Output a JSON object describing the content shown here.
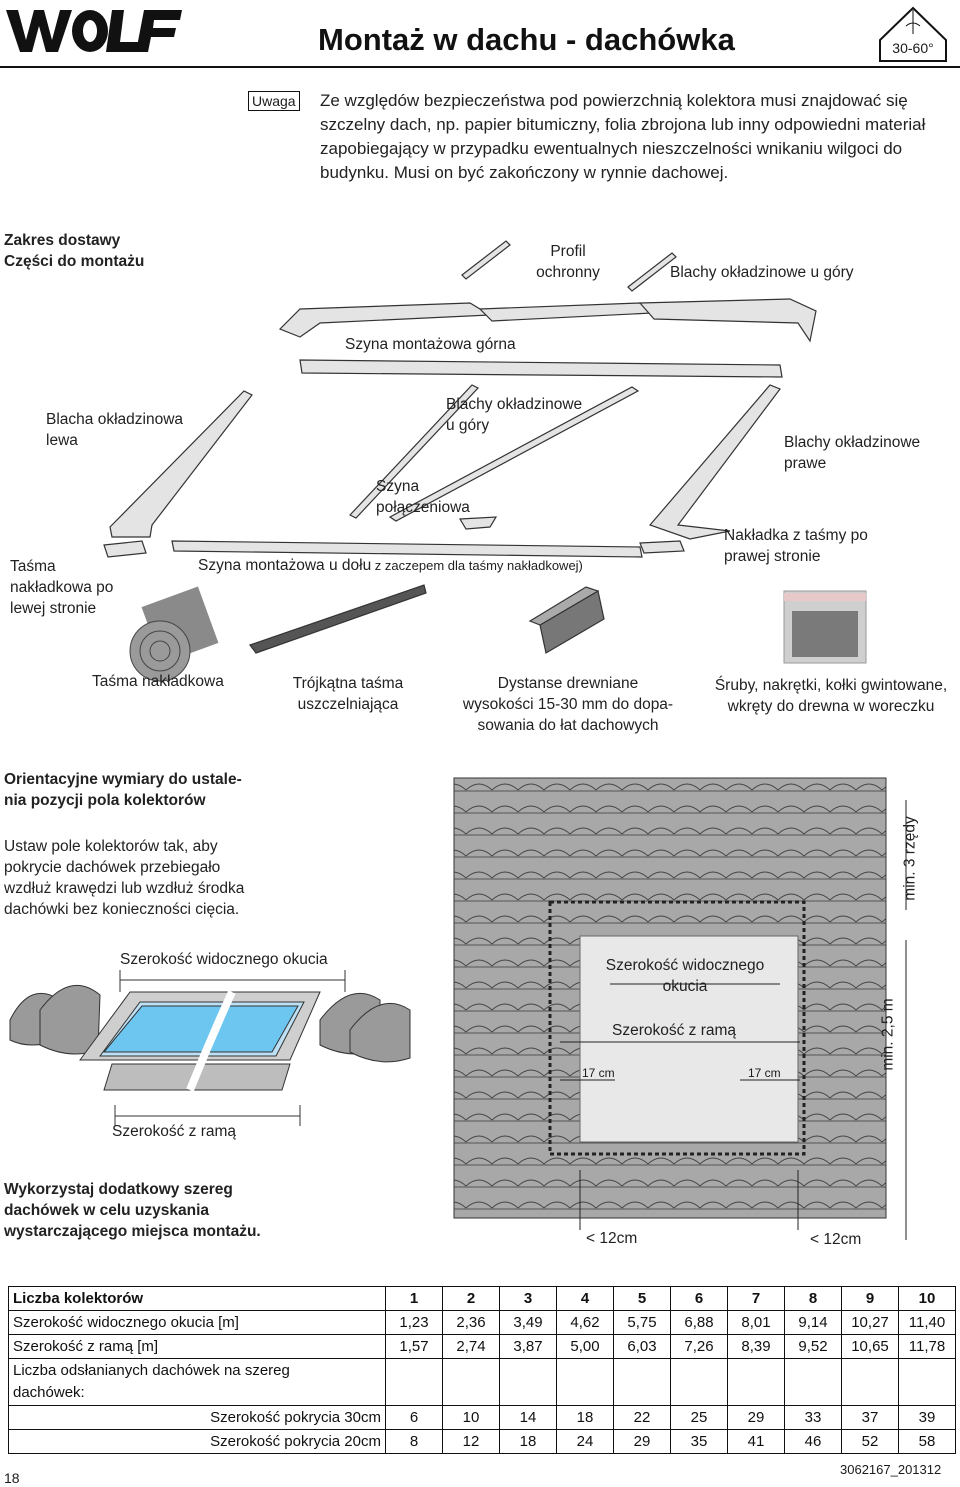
{
  "header": {
    "logo": "WOLF",
    "title": "Montaż w dachu - dachówka",
    "angle_badge": "30-60°"
  },
  "warning": {
    "tag": "Uwaga",
    "text": "Ze względów bezpieczeństwa pod powierzchnią kolektora musi znajdować się szczelny dach, np. papier bitumiczny, folia zbrojona lub inny odpowiedni materiał zapobiegający w przypadku ewentualnych nieszczelności wnikaniu wilgoci do budynku. Musi on być zakończony w rynnie dachowej."
  },
  "delivery": {
    "heading_line1": "Zakres dostawy",
    "heading_line2": "Części do montażu",
    "profil_line1": "Profil",
    "profil_line2": "ochronny",
    "blachy_gora_top": "Blachy okładzinowe u góry",
    "szyna_gorna": "Szyna montażowa górna",
    "blacha_lewa_line1": "Blacha okładzinowa",
    "blacha_lewa_line2": "lewa",
    "blachy_gora_mid_line1": "Blachy okładzinowe",
    "blachy_gora_mid_line2": "u góry",
    "blachy_prawe_line1": "Blachy okładzinowe",
    "blachy_prawe_line2": "prawe",
    "szyna_polaczeniowa_line1": "Szyna",
    "szyna_polaczeniowa_line2": "połączeniowa",
    "tasma_lewa_line1": "Taśma",
    "tasma_lewa_line2": "nakładkowa po",
    "tasma_lewa_line3": "lewej stronie",
    "szyna_dol_main": "Szyna montażowa u dołu",
    "szyna_dol_sub": " z zaczepem dla taśmy nakładkowej)",
    "nakladka_line1": "Nakładka z taśmy po",
    "nakladka_line2": "prawej stronie",
    "tasma_nakladkowa": "Taśma nakładkowa",
    "trojkatna_line1": "Trójkątna taśma",
    "trojkatna_line2": "uszczelniająca",
    "dystanse_line1": "Dystanse drewniane",
    "dystanse_line2": "wysokości 15-30 mm do dopa-",
    "dystanse_line3": "sowania do łat dachowych",
    "sruby_line1": "Śruby, nakrętki, kołki gwintowane,",
    "sruby_line2": "wkręty do drewna w woreczku"
  },
  "dimensions": {
    "heading_line1": "Orientacyjne wymiary do ustale-",
    "heading_line2": "nia pozycji pola kolektorów",
    "text_line1": "Ustaw pole kolektorów tak, aby",
    "text_line2": "pokrycie dachówek przebiegało",
    "text_line3": "wzdłuż krawędzi lub wzdłuż środka",
    "text_line4": "dachówki bez konieczności cięcia.",
    "szer_okucia": "Szerokość widocznego okucia",
    "szer_rama": "Szerokość z ramą",
    "roof_szer_okucia_line1": "Szerokość widocznego",
    "roof_szer_okucia_line2": "okucia",
    "roof_szer_rama": "Szerokość z ramą",
    "cm17_left": "17 cm",
    "cm17_right": "17 cm",
    "min_3_rzedy": "min. 3 rzędy",
    "min_2_5": "min. 2,5 m",
    "lt12_left": "< 12cm",
    "lt12_right": "< 12cm",
    "extra_line1": "Wykorzystaj dodatkowy szereg",
    "extra_line2": "dachówek w celu uzyskania",
    "extra_line3": "wystarczającego miejsca montażu."
  },
  "table": {
    "head_label": "Liczba kolektorów",
    "counts": [
      "1",
      "2",
      "3",
      "4",
      "5",
      "6",
      "7",
      "8",
      "9",
      "10"
    ],
    "row_okucie_label": "Szerokość widocznego okucia [m]",
    "row_okucie": [
      "1,23",
      "2,36",
      "3,49",
      "4,62",
      "5,75",
      "6,88",
      "8,01",
      "9,14",
      "10,27",
      "11,40"
    ],
    "row_rama_label": "Szerokość z ramą [m]",
    "row_rama": [
      "1,57",
      "2,74",
      "3,87",
      "5,00",
      "6,03",
      "7,26",
      "8,39",
      "9,52",
      "10,65",
      "11,78"
    ],
    "row_odsl_line1": "Liczba odsłanianych dachówek na szereg",
    "row_odsl_line2": "dachówek:",
    "row_30_label": "Szerokość pokrycia 30cm",
    "row_30": [
      "6",
      "10",
      "14",
      "18",
      "22",
      "25",
      "29",
      "33",
      "37",
      "39"
    ],
    "row_20_label": "Szerokość pokrycia 20cm",
    "row_20": [
      "8",
      "12",
      "18",
      "24",
      "29",
      "35",
      "41",
      "46",
      "52",
      "58"
    ]
  },
  "footer": {
    "page_number": "18",
    "doc_number": "3062167_201312"
  }
}
